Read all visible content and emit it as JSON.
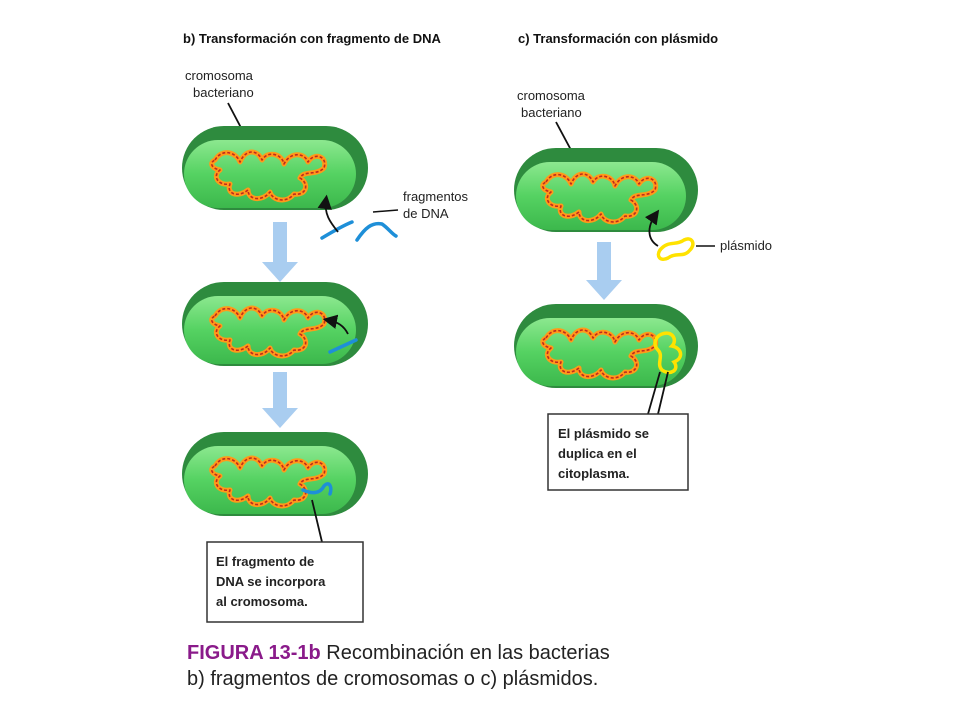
{
  "panel_b": {
    "title": "b) Transformación con fragmento de DNA",
    "label_chromosome": [
      "cromosoma",
      "bacteriano"
    ],
    "label_fragments": [
      "fragmentos",
      "de DNA"
    ],
    "note": [
      "El fragmento de",
      "DNA se incorpora",
      "al cromosoma."
    ]
  },
  "panel_c": {
    "title": "c) Transformación con plásmido",
    "label_chromosome": [
      "cromosoma",
      "bacteriano"
    ],
    "label_plasmid": "plásmido",
    "note": [
      "El plásmido se",
      "duplica en el",
      "citoplasma."
    ]
  },
  "caption": {
    "figure": "FIGURA 13-1b",
    "line1": " Recombinación en las bacterias",
    "line2": "b) fragmentos de cromosomas o c) plásmidos."
  },
  "colors": {
    "cell_outer": "#2e8b3e",
    "cell_inner": "#5fd86a",
    "chromosome_outer": "#ff9a1a",
    "chromosome_inner": "#c0281e",
    "dna_fragment": "#1e8fd8",
    "plasmid": "#ffe200",
    "arrow": "#a9cdf0",
    "figure_label": "#8a1a8a"
  }
}
